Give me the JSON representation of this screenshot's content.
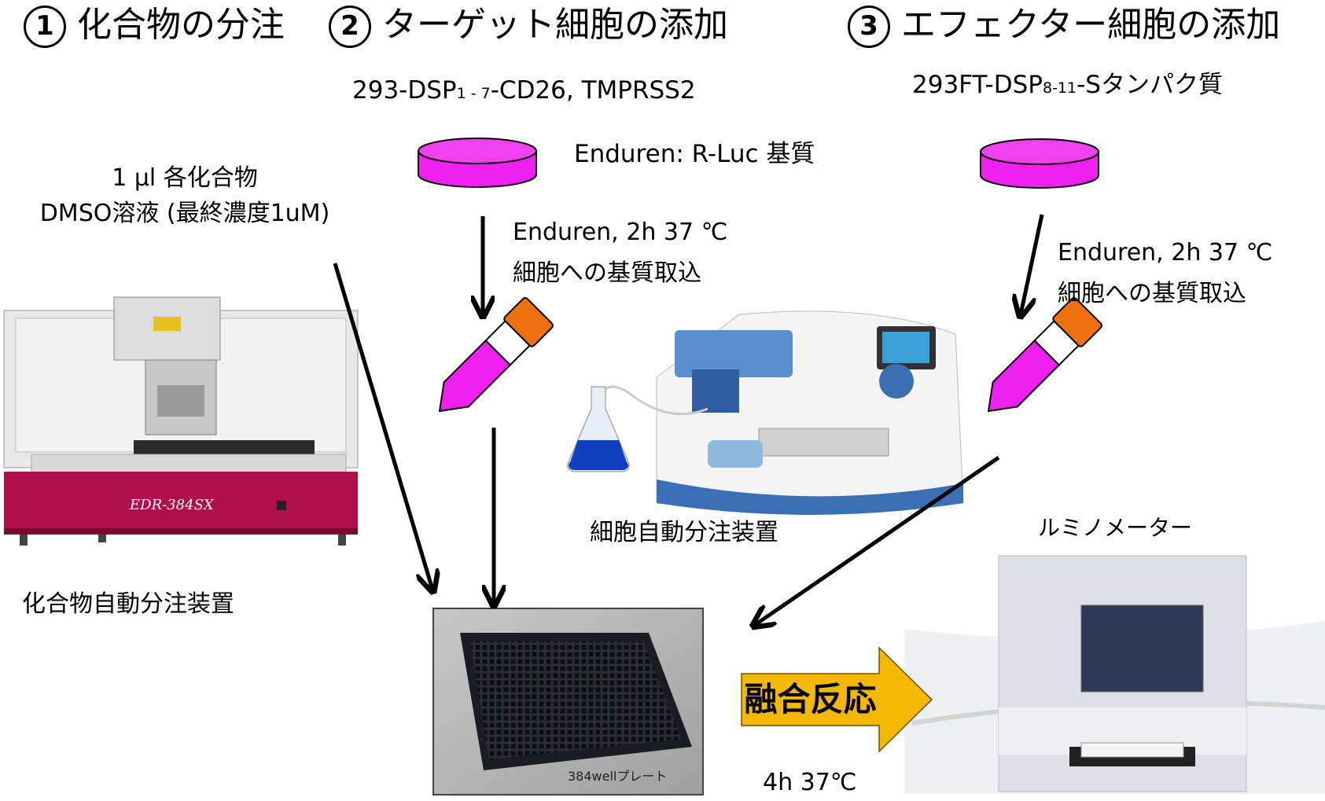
{
  "steps": {
    "s1": {
      "num": "1",
      "label": "化合物の分注"
    },
    "s2": {
      "num": "2",
      "label": "ターゲット細胞の添加"
    },
    "s3": {
      "num": "3",
      "label": "エフェクター細胞の添加"
    }
  },
  "target_cells": {
    "prefix": "293-DSP",
    "sub": "1 - 7",
    "suffix": "-CD26, TMPRSS2"
  },
  "effector_cells": {
    "prefix": "293FT-DSP",
    "sub": "8-11",
    "suffix": "-Sタンパク質"
  },
  "substrate": "Enduren: R-Luc 基質",
  "compound": {
    "line1": "1 μl 各化合物",
    "line2": "DMSO溶液 (最終濃度1uM)"
  },
  "incubation_target": {
    "line1": "Enduren, 2h 37 ℃",
    "line2": "細胞への基質取込"
  },
  "incubation_effector": {
    "line1": "Enduren, 2h 37 ℃",
    "line2": "細胞への基質取込"
  },
  "devices": {
    "compound_dispenser": "化合物自動分注装置",
    "compound_dispenser_model": "EDR-384SX",
    "cell_dispenser": "細胞自動分注装置",
    "luminometer": "ルミノメーター"
  },
  "plate_label": "384wellプレート",
  "fusion": {
    "label": "融合反応",
    "condition": "4h 37℃"
  },
  "colors": {
    "dish": "#f020f0",
    "tube_cap": "#f07010",
    "arrow": "#f5b800",
    "machine_red": "#b0104a",
    "flask": "#1040c0"
  }
}
